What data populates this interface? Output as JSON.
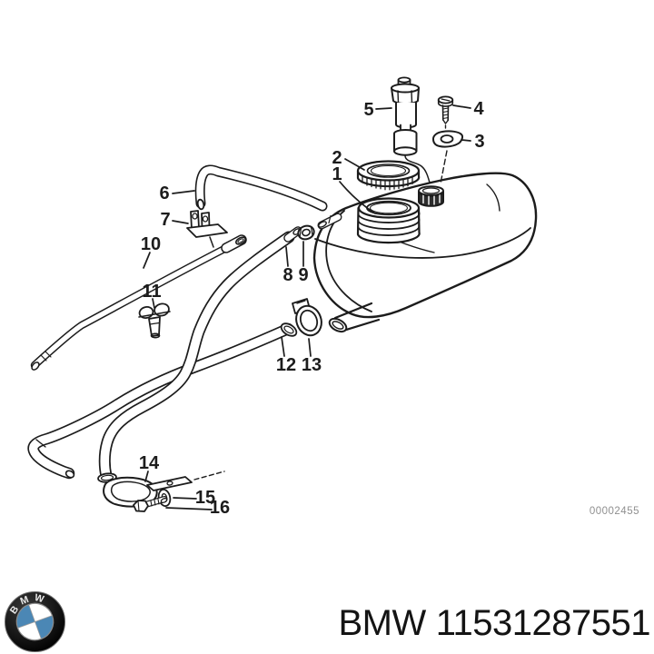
{
  "colors": {
    "bmw_blue": "#4b87b5",
    "line": "#1c1c1c",
    "drawing_number_gray": "#8f8f8f"
  },
  "diagram": {
    "drawing_number": "00002455",
    "callouts": [
      {
        "number": "1"
      },
      {
        "number": "2"
      },
      {
        "number": "3"
      },
      {
        "number": "4"
      },
      {
        "number": "5"
      },
      {
        "number": "6"
      },
      {
        "number": "7"
      },
      {
        "number": "8"
      },
      {
        "number": "9"
      },
      {
        "number": "10"
      },
      {
        "number": "11"
      },
      {
        "number": "12"
      },
      {
        "number": "13"
      },
      {
        "number": "14"
      },
      {
        "number": "15"
      },
      {
        "number": "16"
      }
    ]
  },
  "footer": {
    "brand": "BMW",
    "part_number": "11531287551"
  }
}
